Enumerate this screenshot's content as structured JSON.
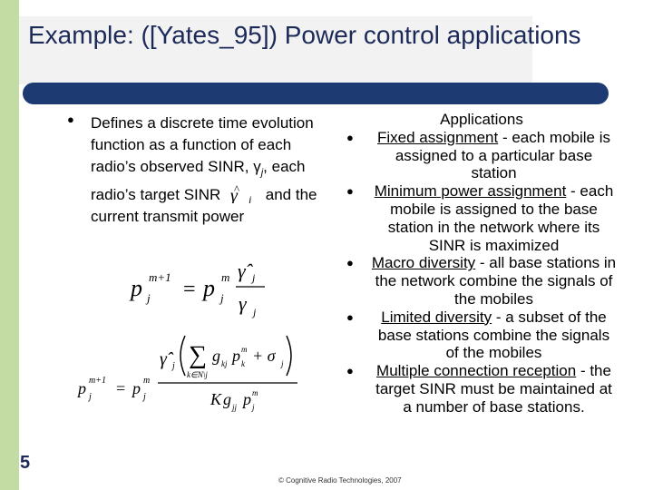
{
  "slide": {
    "title": "Example: ([Yates_95]) Power control applications",
    "number": "5",
    "footer": "© Cognitive Radio Technologies, 2007"
  },
  "left": {
    "bullet_text_1": "Defines a discrete time evolution function as a function of each radio’s observed SINR, ",
    "gamma_symbol": "γ",
    "gamma_subscript": "j",
    "bullet_text_2": ", each radio’s target SINR",
    "bullet_text_3": " and the current transmit power"
  },
  "equation1": {
    "p": "p",
    "j": "j",
    "m1": "m+1",
    "eq": "=",
    "hat_gamma": "γ̂",
    "gamma": "γ"
  },
  "equation2": {
    "p": "p",
    "j": "j",
    "m1": "m+1",
    "eq": "=",
    "hat_gamma": "γ̂",
    "sum": "∑",
    "sum_sub": "k∈N\\j",
    "g": "g",
    "kj": "kj",
    "k": "k",
    "m": "m",
    "plus_sigma": "+ σ",
    "K": "K",
    "g_jj": "jj",
    "j_sub": "j"
  },
  "right": {
    "heading": "Applications",
    "items": [
      {
        "underlined": "Fixed assignment",
        "rest": " - each mobile is assigned to a particular base station"
      },
      {
        "underlined": "Minimum power assignment",
        "rest": " - each mobile is assigned to the base station in the network where its SINR is maximized"
      },
      {
        "underlined": "Macro diversity",
        "rest": " - all base stations in the network combine the signals of the mobiles"
      },
      {
        "underlined": "Limited diversity",
        "rest": " - a subset of the base stations combine the signals of the mobiles"
      },
      {
        "underlined": "Multiple connection reception",
        "rest": " - the target SINR must be maintained at a number of base stations."
      }
    ]
  }
}
